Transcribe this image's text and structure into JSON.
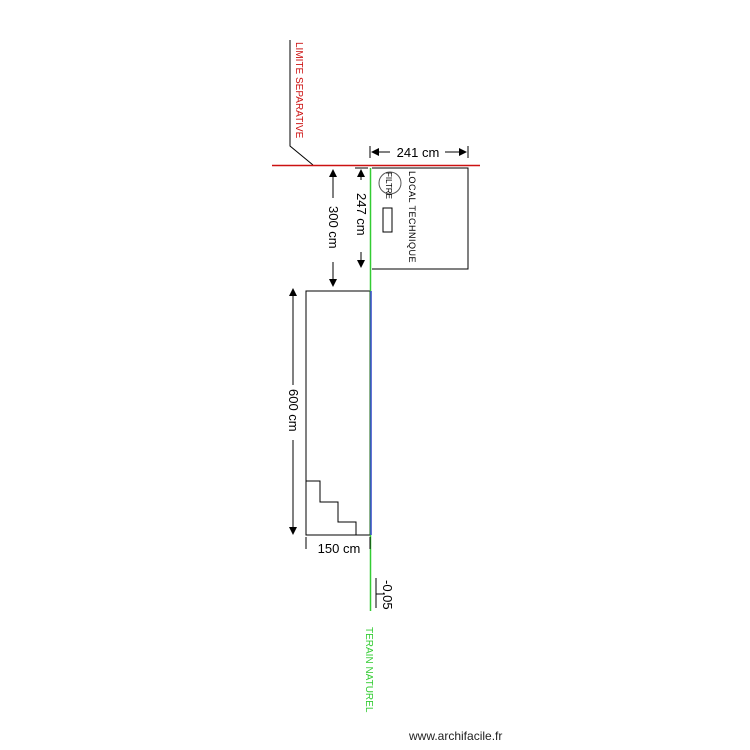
{
  "plan": {
    "boundary_label": "LIMITE SEPARATIVE",
    "ground_label": "TERAIN NATUREL",
    "room_label": "LOCAL  TECHNIQUE",
    "filter_label": "FILTRE",
    "level_label": "-0.05"
  },
  "dimensions": {
    "local_width": "241 cm",
    "local_depth": "247 cm",
    "setback": "300 cm",
    "pool_length": "600 cm",
    "pool_width": "150 cm"
  },
  "footer": {
    "watermark": "www.archifacile.fr"
  },
  "colors": {
    "boundary": "#cc1111",
    "ground": "#33cc33",
    "pool_edge": "#3344cc",
    "lines": "#000000"
  }
}
